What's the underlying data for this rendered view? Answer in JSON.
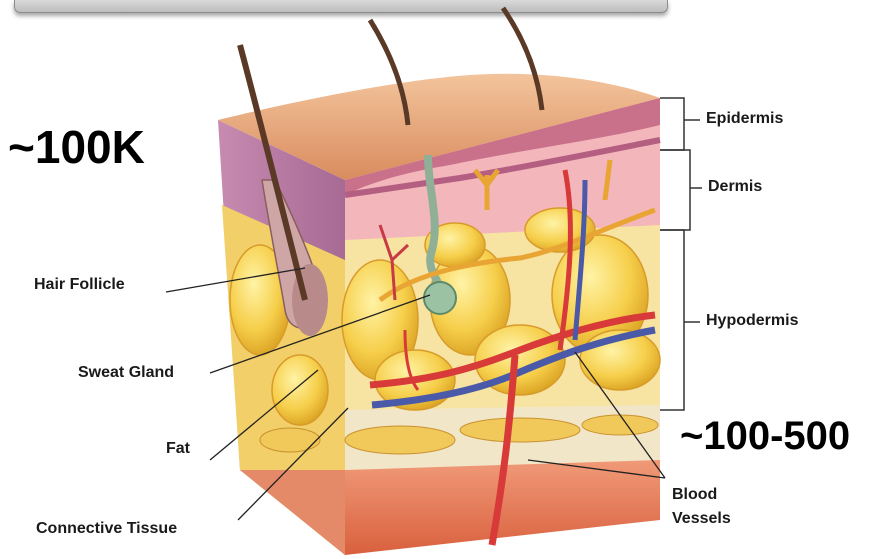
{
  "figure": {
    "overlay": {
      "left_count": "~100K",
      "right_count": "~100-500"
    },
    "labels": {
      "epidermis": "Epidermis",
      "dermis": "Dermis",
      "hypodermis": "Hypodermis",
      "hair_follicle": "Hair Follicle",
      "sweat_gland": "Sweat Gland",
      "fat": "Fat",
      "connective_tissue": "Connective Tissue",
      "blood_vessels_line1": "Blood",
      "blood_vessels_line2": "Vessels"
    },
    "colors": {
      "epidermis": "#e7a37a",
      "dermis": "#f0b0b6",
      "fat": "#f4cc4a",
      "artery": "#d73a38",
      "vein": "#4a5aa8",
      "hair": "#5a3a26",
      "muscle": "#e06a4a"
    }
  }
}
